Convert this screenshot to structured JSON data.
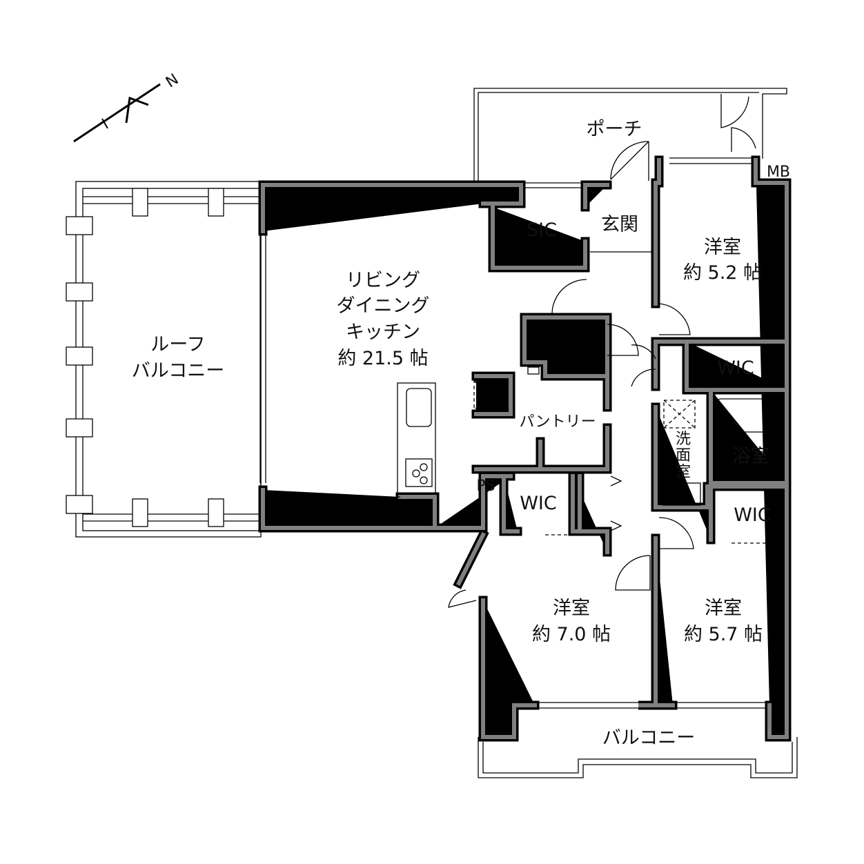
{
  "compass": {
    "north_label": "N"
  },
  "rooms": {
    "porch": "ポーチ",
    "sic": "SIC",
    "entrance": "玄関",
    "mb": "MB",
    "bedroom_ne": {
      "name": "洋室",
      "size": "約 5.2 帖"
    },
    "ldk": {
      "line1": "リビング",
      "line2": "ダイニング",
      "line3": "キッチン",
      "size": "約 21.5 帖"
    },
    "roof_balcony": {
      "line1": "ルーフ",
      "line2": "バルコニー"
    },
    "wic_1": "WIC",
    "pantry": "パントリー",
    "washroom": [
      "洗",
      "面",
      "室"
    ],
    "bath": "浴室",
    "ps": "PS",
    "wic_2": "WIC",
    "wic_3": "WIC",
    "bedroom_sw": {
      "name": "洋室",
      "size": "約 7.0 帖"
    },
    "bedroom_se": {
      "name": "洋室",
      "size": "約 5.7 帖"
    },
    "balcony": "バルコニー"
  }
}
